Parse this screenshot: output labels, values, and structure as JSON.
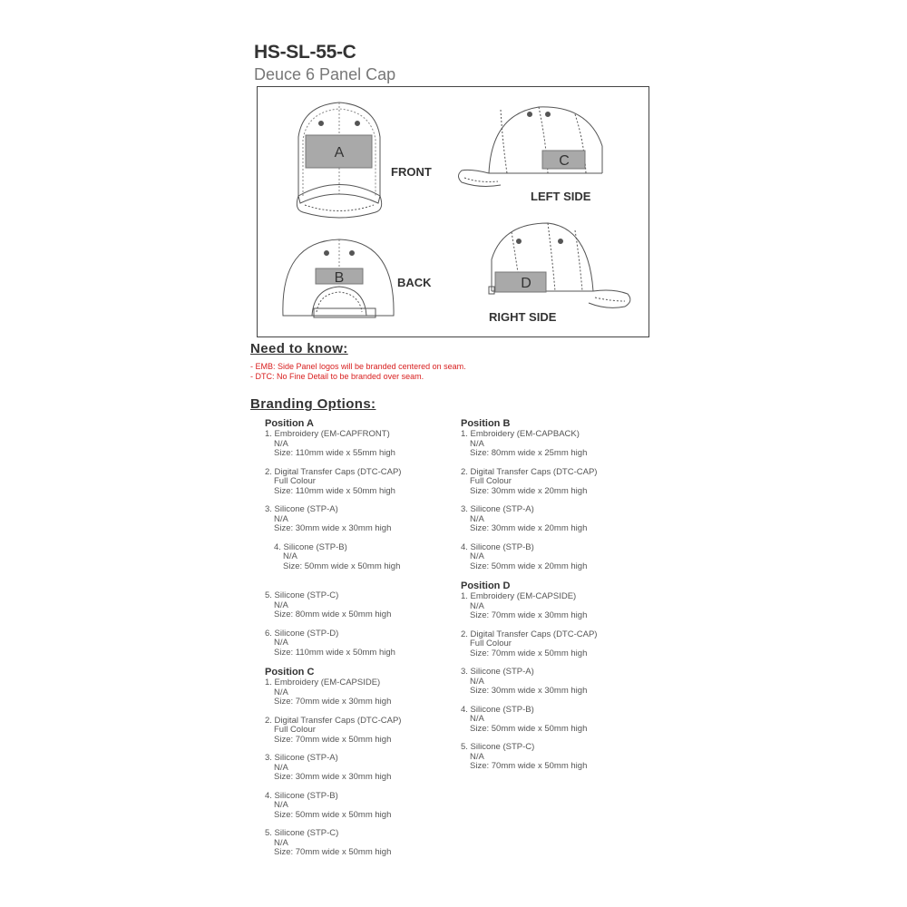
{
  "product": {
    "code": "HS-SL-55-C",
    "name": "Deuce 6 Panel Cap"
  },
  "diagram": {
    "views": [
      {
        "label": "FRONT",
        "position": "A"
      },
      {
        "label": "LEFT SIDE",
        "position": "C"
      },
      {
        "label": "BACK",
        "position": "B"
      },
      {
        "label": "RIGHT SIDE",
        "position": "D"
      }
    ]
  },
  "need_to_know": {
    "heading": "Need to know:",
    "notes": [
      "- EMB: Side Panel logos will be branded centered on seam.",
      "- DTC: No Fine Detail to be branded over seam."
    ]
  },
  "branding": {
    "heading": "Branding Options:",
    "position_a": {
      "title": "Position A",
      "options": [
        {
          "name": "1. Embroidery (EM-CAPFRONT)",
          "colour": "N/A",
          "size": "Size: 110mm wide x 55mm high"
        },
        {
          "name": "2. Digital Transfer Caps (DTC-CAP)",
          "colour": "Full Colour",
          "size": "Size: 110mm wide x 50mm high"
        },
        {
          "name": "3. Silicone (STP-A)",
          "colour": "N/A",
          "size": "Size: 30mm wide x 30mm high"
        },
        {
          "name": "4. Silicone (STP-B)",
          "colour": "N/A",
          "size": "Size: 50mm wide x 50mm high"
        },
        {
          "name": "5. Silicone (STP-C)",
          "colour": "N/A",
          "size": "Size: 80mm wide x 50mm high"
        },
        {
          "name": "6. Silicone (STP-D)",
          "colour": "N/A",
          "size": "Size: 110mm wide x 50mm high"
        }
      ]
    },
    "position_c": {
      "title": "Position C",
      "options": [
        {
          "name": "1. Embroidery (EM-CAPSIDE)",
          "colour": "N/A",
          "size": "Size: 70mm wide x 30mm high"
        },
        {
          "name": "2. Digital Transfer Caps (DTC-CAP)",
          "colour": "Full Colour",
          "size": "Size: 70mm wide x 50mm high"
        },
        {
          "name": "3. Silicone (STP-A)",
          "colour": "N/A",
          "size": "Size: 30mm wide x 30mm high"
        },
        {
          "name": "4. Silicone (STP-B)",
          "colour": "N/A",
          "size": "Size: 50mm wide x 50mm high"
        },
        {
          "name": "5. Silicone (STP-C)",
          "colour": "N/A",
          "size": "Size: 70mm wide x 50mm high"
        }
      ]
    },
    "position_b": {
      "title": "Position B",
      "options": [
        {
          "name": "1. Embroidery (EM-CAPBACK)",
          "colour": "N/A",
          "size": "Size: 80mm wide x 25mm high"
        },
        {
          "name": "2. Digital Transfer Caps (DTC-CAP)",
          "colour": "Full Colour",
          "size": "Size: 30mm wide x 20mm high"
        },
        {
          "name": "3. Silicone (STP-A)",
          "colour": "N/A",
          "size": "Size: 30mm wide x 20mm high"
        },
        {
          "name": "4. Silicone (STP-B)",
          "colour": "N/A",
          "size": "Size: 50mm wide x 20mm high"
        }
      ]
    },
    "position_d": {
      "title": "Position D",
      "options": [
        {
          "name": "1. Embroidery (EM-CAPSIDE)",
          "colour": "N/A",
          "size": "Size: 70mm wide x 30mm high"
        },
        {
          "name": "2. Digital Transfer Caps (DTC-CAP)",
          "colour": "Full Colour",
          "size": "Size: 70mm wide x 50mm high"
        },
        {
          "name": "3. Silicone (STP-A)",
          "colour": "N/A",
          "size": "Size: 30mm wide x 30mm high"
        },
        {
          "name": "4. Silicone (STP-B)",
          "colour": "N/A",
          "size": "Size: 50mm wide x 50mm high"
        },
        {
          "name": "5. Silicone (STP-C)",
          "colour": "N/A",
          "size": "Size: 70mm wide x 50mm high"
        }
      ]
    }
  },
  "colors": {
    "print_area": "#a9a9a9",
    "note_text": "#d81e1e",
    "outline": "#444444"
  }
}
